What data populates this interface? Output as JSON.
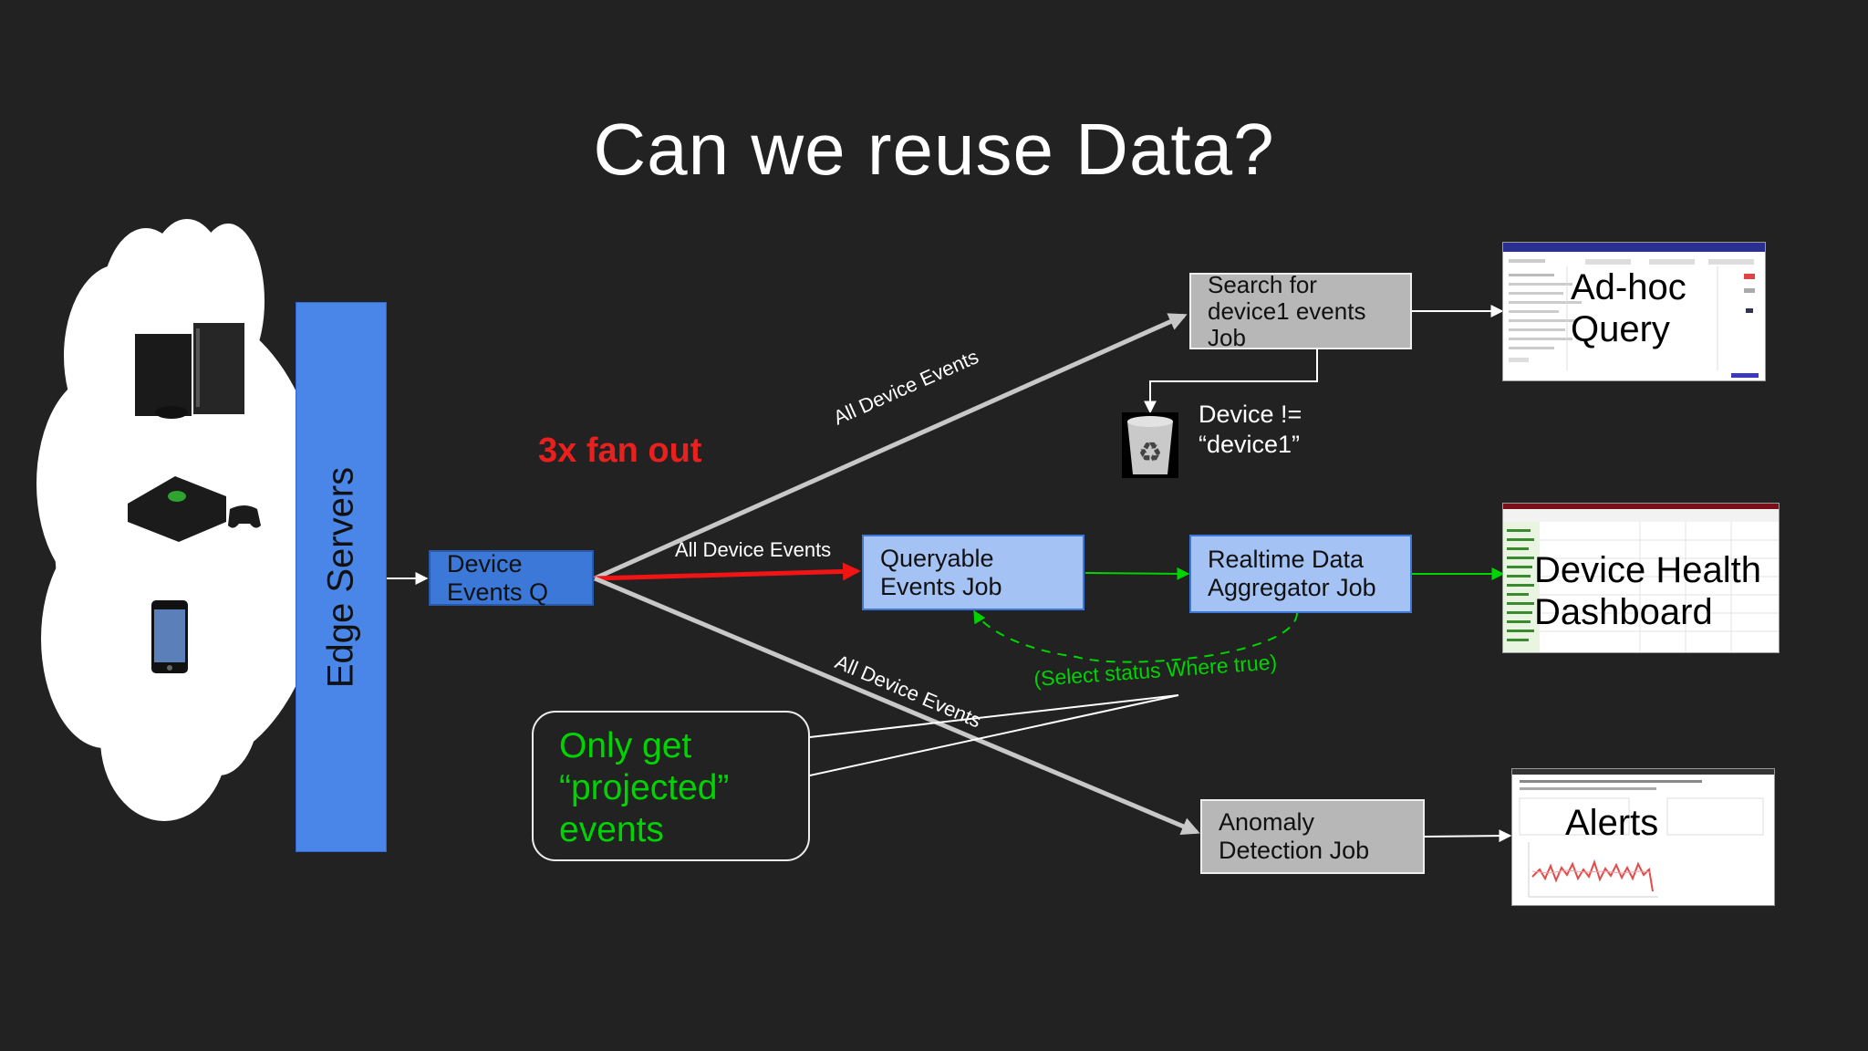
{
  "title": "Can we reuse Data?",
  "edge_servers": "Edge Servers",
  "device_events_q": [
    "Device",
    "Events Q"
  ],
  "fan_out": "3x fan out",
  "edge_labels": {
    "top": "All Device Events",
    "middle": "All Device Events",
    "bottom": "All Device Events"
  },
  "search_job": [
    "Search for",
    "device1 events",
    "Job"
  ],
  "filter_condition": [
    "Device !=",
    "“device1”"
  ],
  "queryable_job": [
    "Queryable",
    "Events Job"
  ],
  "realtime_job": [
    "Realtime Data",
    "Aggregator Job"
  ],
  "anomaly_job": [
    "Anomaly",
    "Detection Job"
  ],
  "select_label": "(Select status Where true)",
  "projected_note": [
    "Only get",
    "“projected”",
    "events"
  ],
  "outputs": {
    "adhoc": [
      "Ad-hoc",
      "Query"
    ],
    "dashboard": [
      "Device Health",
      "Dashboard"
    ],
    "alerts": "Alerts"
  },
  "devices": [
    "game-console-ps3-icon",
    "game-console-xbox-icon",
    "smartphone-icon"
  ],
  "colors": {
    "background": "#222222",
    "fan_out": "#e8211f",
    "green": "#00d400",
    "edge_servers": "#4a86e8",
    "queue": "#3c78d8",
    "light_blue": "#a4c2f4",
    "gray_job": "#b7b7b7"
  }
}
